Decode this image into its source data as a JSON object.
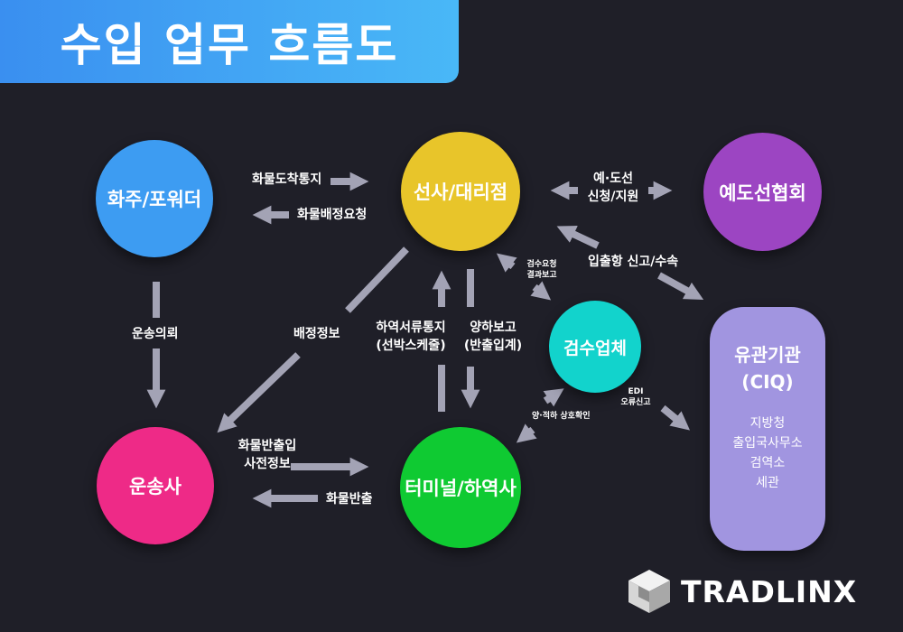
{
  "title": "수입 업무 흐름도",
  "nodes": {
    "shipper": "화주/포워더",
    "carrier": "선사/대리점",
    "association": "예도선협회",
    "transport": "운송사",
    "terminal": "터미널/하역사",
    "inspection": "검수업체"
  },
  "ciq": {
    "title_line1": "유관기관",
    "title_line2": "(CIQ)",
    "items": [
      "지방청",
      "출입국사무소",
      "검역소",
      "세관"
    ]
  },
  "labels": {
    "arrival_notice": "화물도착통지",
    "allocation_request": "화물배정요청",
    "pilot_line1": "예·도선",
    "pilot_line2": "신청/지원",
    "port_report": "입출항 신고/수속",
    "transport_request": "운송의뢰",
    "allocation_info": "배정정보",
    "unloading_notice_line1": "하역서류통지",
    "unloading_notice_line2": "(선박스케줄)",
    "unloading_report_line1": "양하보고",
    "unloading_report_line2": "(반출입계)",
    "inspection_req_line1": "검수요청",
    "inspection_req_line2": "결과보고",
    "edi_line1": "EDI",
    "edi_line2": "오류신고",
    "mutual_check": "양·적하 상호확인",
    "pre_info_line1": "화물반출입",
    "pre_info_line2": "사전정보",
    "cargo_out": "화물반출"
  },
  "logo": {
    "text": "TRADLINX"
  },
  "colors": {
    "background": "#1f1f28",
    "arrow": "#a3a3b5",
    "shipper": "#3d9cf2",
    "carrier": "#e8c52a",
    "association": "#9c45c2",
    "transport": "#ee2a87",
    "terminal": "#0fca32",
    "inspection": "#12d3cc",
    "ciq": "#a195e0"
  }
}
